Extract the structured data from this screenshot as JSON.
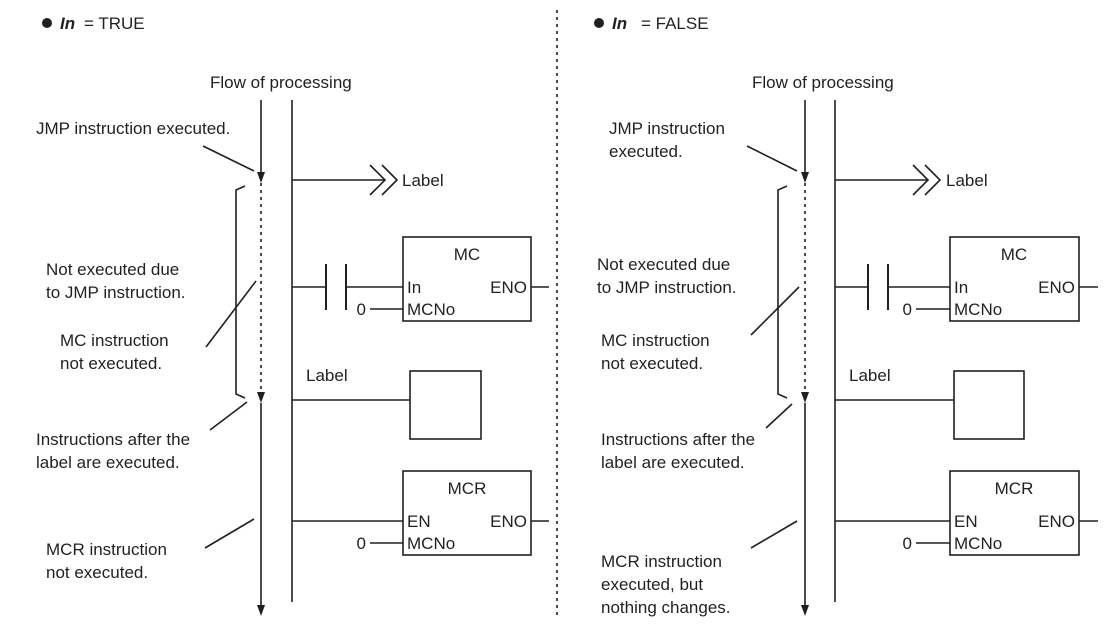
{
  "panels": [
    {
      "condition_var": "In",
      "condition_value": "= TRUE",
      "flow_label": "Flow of processing",
      "jump_label": "Label",
      "mc": {
        "title": "MC",
        "in": "In",
        "eno": "ENO",
        "mcno": "MCNo",
        "zero": "0"
      },
      "target_label": "Label",
      "mcr": {
        "title": "MCR",
        "en": "EN",
        "eno": "ENO",
        "mcno": "MCNo",
        "zero": "0"
      },
      "notes": [
        [
          "JMP instruction executed."
        ],
        [
          "Not executed due",
          "to JMP instruction."
        ],
        [
          "MC instruction",
          "not executed."
        ],
        [
          "Instructions after the",
          "label are executed."
        ],
        [
          "MCR instruction",
          "not executed."
        ]
      ]
    },
    {
      "condition_var": "In",
      "condition_value": "= FALSE",
      "flow_label": "Flow of processing",
      "jump_label": "Label",
      "mc": {
        "title": "MC",
        "in": "In",
        "eno": "ENO",
        "mcno": "MCNo",
        "zero": "0"
      },
      "target_label": "Label",
      "mcr": {
        "title": "MCR",
        "en": "EN",
        "eno": "ENO",
        "mcno": "MCNo",
        "zero": "0"
      },
      "notes": [
        [
          "JMP instruction",
          "executed."
        ],
        [
          "Not executed due",
          "to JMP instruction."
        ],
        [
          "MC instruction",
          "not executed."
        ],
        [
          "Instructions after the",
          "label are executed."
        ],
        [
          "MCR instruction",
          "executed, but",
          "nothing changes."
        ]
      ]
    }
  ]
}
